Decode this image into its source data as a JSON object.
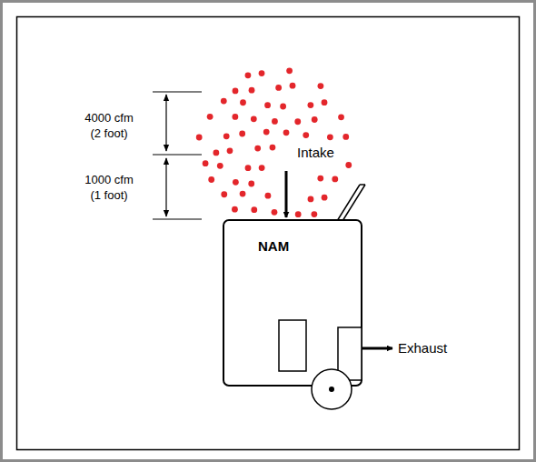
{
  "diagram": {
    "nodes": [
      {
        "text": [
          "NAM"
        ]
      }
    ],
    "labels": [
      "4000 cfm (2 foot)",
      "1000 cfm (1 foot)",
      "Intake",
      "Exhaust"
    ]
  }
}
